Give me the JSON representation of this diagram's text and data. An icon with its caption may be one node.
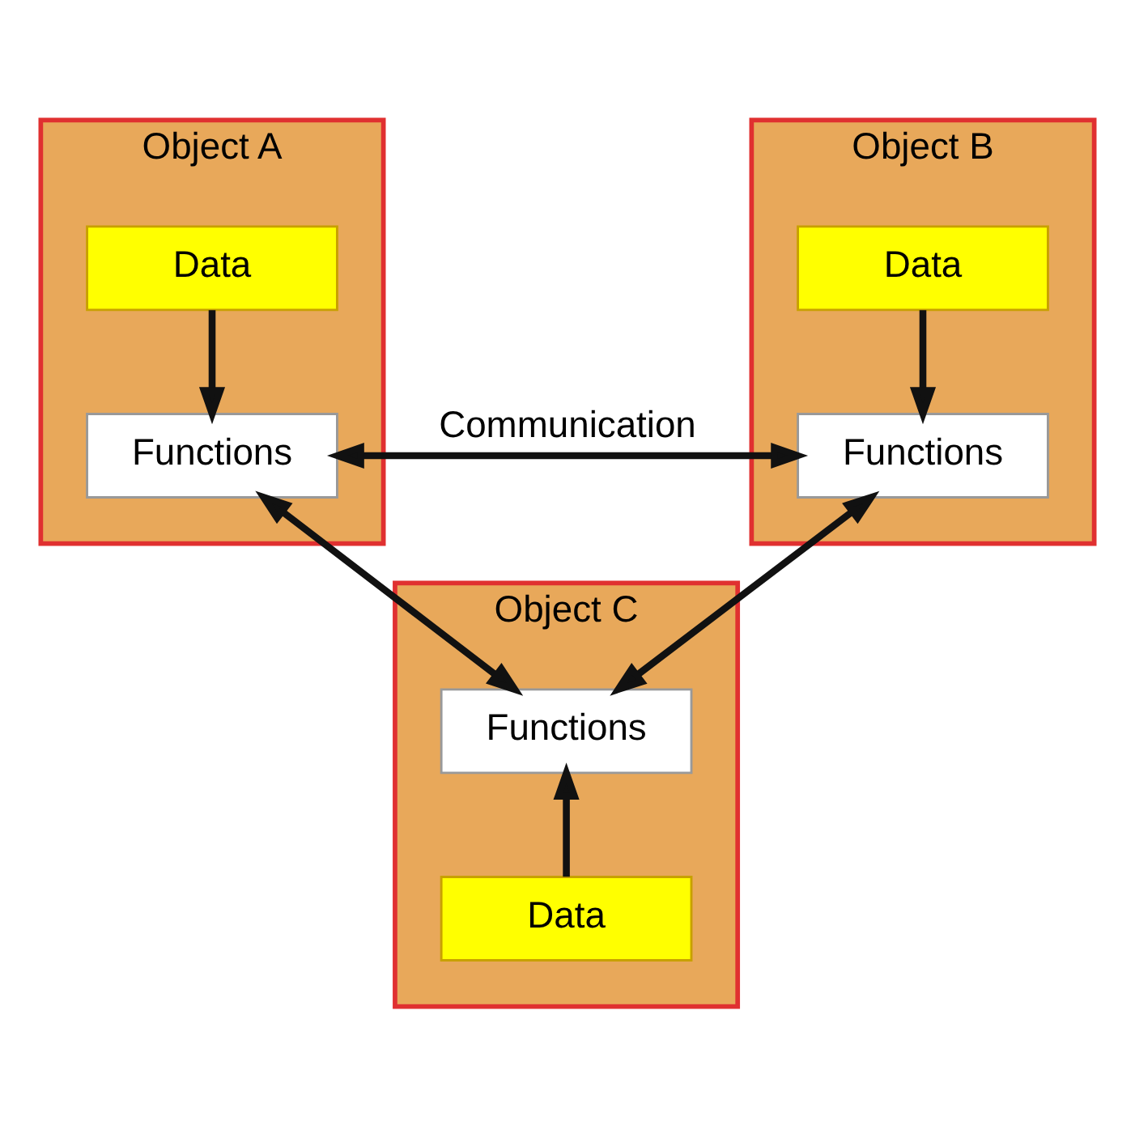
{
  "diagram": {
    "nodes": [
      {
        "text": [
          "Object A"
        ]
      },
      {
        "text": [
          "Data"
        ],
        "in": 0
      },
      {
        "text": [
          "Functions"
        ],
        "in": 0
      },
      {
        "text": [
          "Object B"
        ]
      },
      {
        "text": [
          "Data"
        ],
        "in": 3
      },
      {
        "text": [
          "Functions"
        ],
        "in": 3
      },
      {
        "text": [
          "Object C"
        ]
      },
      {
        "text": [
          "Functions"
        ],
        "in": 6
      },
      {
        "text": [
          "Data"
        ],
        "in": 6
      }
    ],
    "edges": [
      {
        "from": 1,
        "to": 2,
        "arrow": "to"
      },
      {
        "from": 4,
        "to": 5,
        "arrow": "to"
      },
      {
        "from": 2,
        "to": 5,
        "arrow": "both",
        "label": "Communication"
      },
      {
        "from": 2,
        "to": 7,
        "arrow": "both"
      },
      {
        "from": 5,
        "to": 7,
        "arrow": "both"
      },
      {
        "from": 8,
        "to": 7,
        "arrow": "to"
      }
    ]
  }
}
